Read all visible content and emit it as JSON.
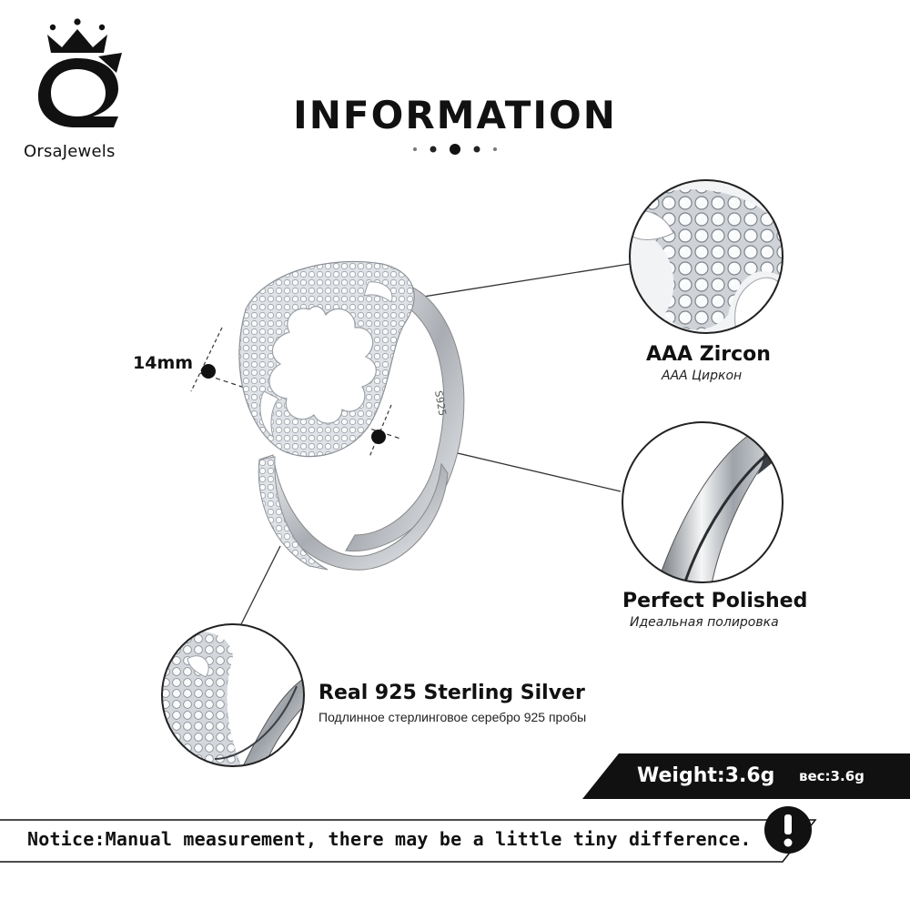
{
  "brand": {
    "name": "OrsaJewels",
    "logo_icon": "crown-o-logo-icon"
  },
  "header": {
    "title": "INFORMATION",
    "dots_icon": "five-dots-divider-icon"
  },
  "product": {
    "ring_icon": "openwork-zircon-ring-icon",
    "stamp": "S925",
    "dimension": "14mm"
  },
  "features": [
    {
      "title": "AAA  Zircon",
      "subtitle": "AAA Циркон",
      "icon": "zircon-closeup-icon"
    },
    {
      "title": "Perfect  Polished",
      "subtitle": "Идеальная полировка",
      "icon": "polished-band-closeup-icon"
    },
    {
      "title": "Real 925  Sterling  Silver",
      "subtitle": "Подлинное стерлинговое серебро 925 пробы",
      "icon": "silver-closeup-icon"
    }
  ],
  "weight": {
    "label": "Weight:3.6g",
    "label_ru": "вес:3.6g"
  },
  "notice": {
    "text": "Notice:Manual measurement, there may be a little tiny difference.",
    "icon": "exclamation-icon"
  },
  "colors": {
    "text": "#111111",
    "banner": "#111111",
    "silver": "#c9ccd1"
  }
}
